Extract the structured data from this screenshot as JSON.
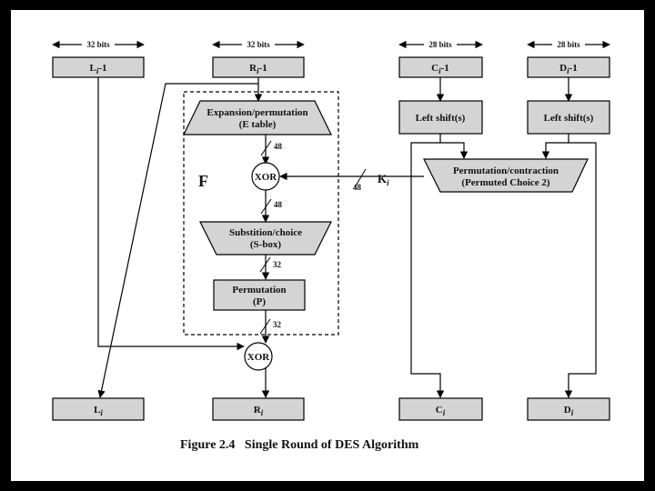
{
  "widths": {
    "l_in": "32 bits",
    "r_in": "32 bits",
    "c_in": "28 bits",
    "d_in": "28 bits"
  },
  "registers": {
    "l_prev": {
      "main": "L",
      "sub": "i",
      "tail": "-1"
    },
    "r_prev": {
      "main": "R",
      "sub": "i",
      "tail": "-1"
    },
    "c_prev": {
      "main": "C",
      "sub": "i",
      "tail": "-1"
    },
    "d_prev": {
      "main": "D",
      "sub": "i",
      "tail": "-1"
    },
    "l_next": {
      "main": "L",
      "sub": "i"
    },
    "r_next": {
      "main": "R",
      "sub": "i"
    },
    "c_next": {
      "main": "C",
      "sub": "i"
    },
    "d_next": {
      "main": "D",
      "sub": "i"
    }
  },
  "blocks": {
    "expansion": [
      "Expansion/permutation",
      "(E table)"
    ],
    "xor_inner": "XOR",
    "sbox": [
      "Substition/choice",
      "(S-box)"
    ],
    "perm": [
      "Permutation",
      "(P)"
    ],
    "xor_outer": "XOR",
    "shift_c": "Left shift(s)",
    "shift_d": "Left shift(s)",
    "pc2": [
      "Permutation/contraction",
      "(Permuted Choice 2)"
    ]
  },
  "function_label": "F",
  "key": {
    "main": "K",
    "sub": "i"
  },
  "bus_widths": {
    "after_e": "48",
    "after_xor": "48",
    "key": "48",
    "after_sbox": "32",
    "after_p": "32"
  },
  "caption": "Figure 2.4   Single Round of DES Algorithm",
  "colors": {
    "box_fill": "#d4d4d4",
    "frame": "#000000",
    "line": "#000000"
  }
}
